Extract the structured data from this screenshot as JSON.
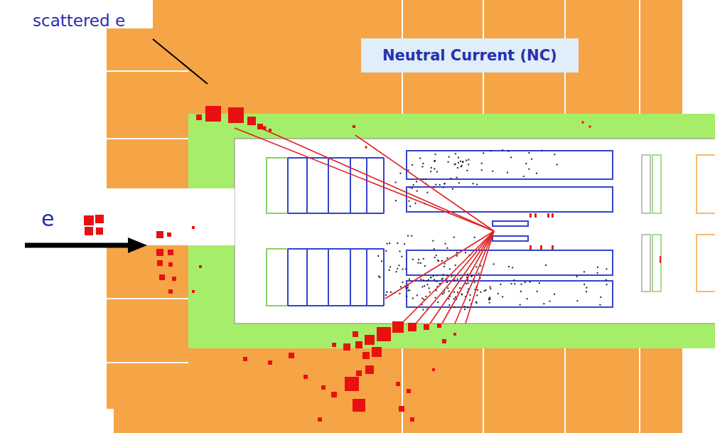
{
  "diagram": {
    "nodes": [
      {
        "text": [
          "Neutral Current (NC)"
        ]
      }
    ],
    "labels": [
      "scattered e",
      "e"
    ]
  }
}
